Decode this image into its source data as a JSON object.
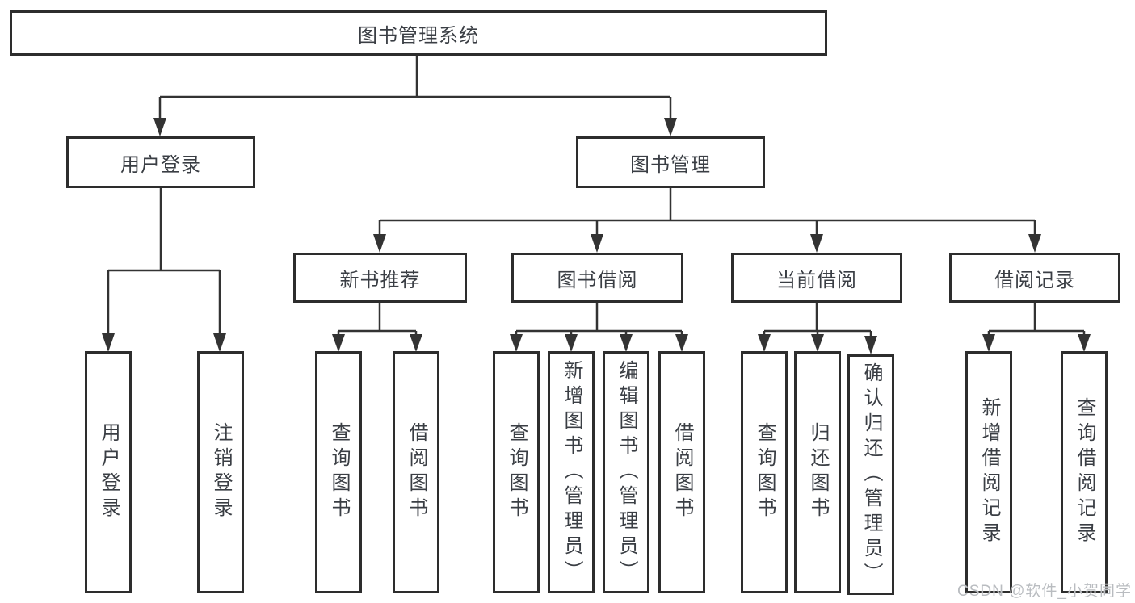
{
  "tree": {
    "label": "图书管理系统",
    "children": [
      {
        "label": "用户登录",
        "children": [
          {
            "label": "用户登录"
          },
          {
            "label": "注销登录"
          }
        ]
      },
      {
        "label": "图书管理",
        "children": [
          {
            "label": "新书推荐",
            "children": [
              {
                "label": "查询图书"
              },
              {
                "label": "借阅图书"
              }
            ]
          },
          {
            "label": "图书借阅",
            "children": [
              {
                "label": "查询图书"
              },
              {
                "label": "新增图书（管理员）"
              },
              {
                "label": "编辑图书（管理员）"
              },
              {
                "label": "借阅图书"
              }
            ]
          },
          {
            "label": "当前借阅",
            "children": [
              {
                "label": "查询图书"
              },
              {
                "label": "归还图书"
              },
              {
                "label": "确认归还（管理员）"
              }
            ]
          },
          {
            "label": "借阅记录",
            "children": [
              {
                "label": "新增借阅记录"
              },
              {
                "label": "查询借阅记录"
              }
            ]
          }
        ]
      }
    ]
  },
  "watermark": "CSDN @软件_小贺同学",
  "colors": {
    "line": "#333333",
    "box-border": "#2d2d2d",
    "text": "#3a3e44",
    "watermark": "#b9bcc0",
    "background": "#ffffff"
  }
}
